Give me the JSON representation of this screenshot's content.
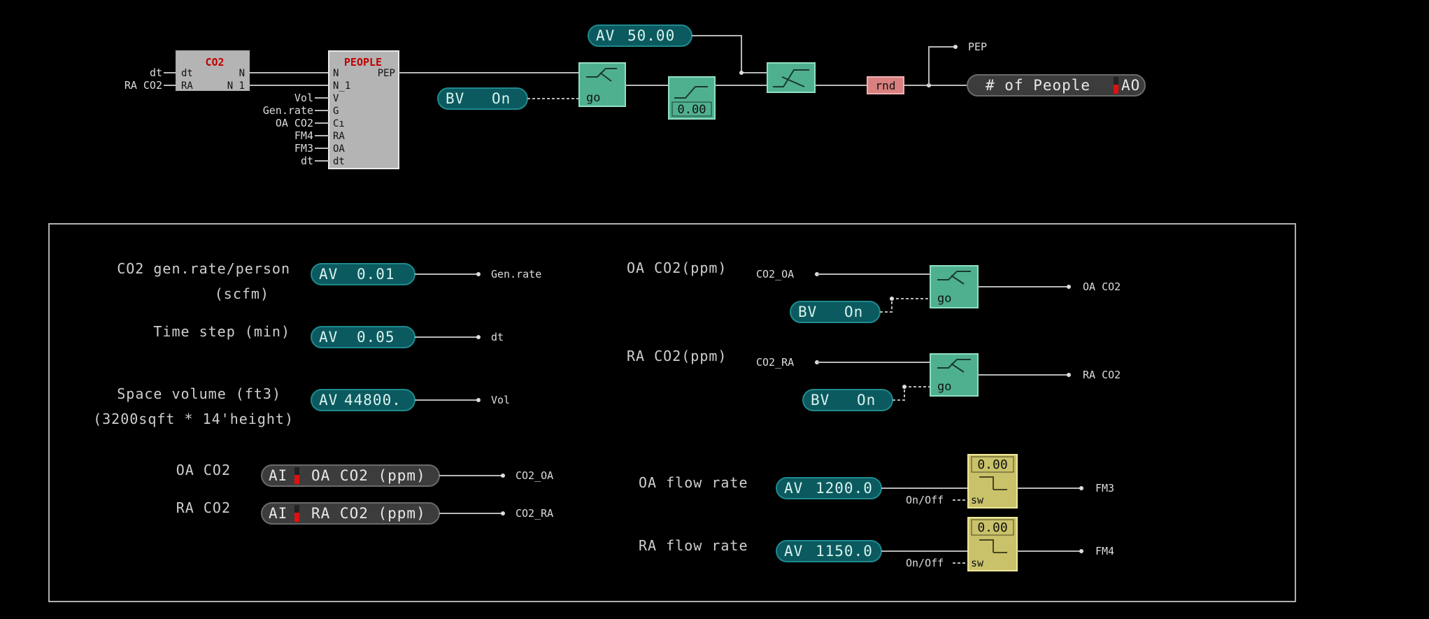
{
  "co2_block": {
    "title": "CO2",
    "inputs": [
      "dt",
      "RA"
    ],
    "outputs": [
      "N",
      "N_1"
    ],
    "ext_inputs": [
      "dt",
      "RA CO2"
    ]
  },
  "people_block": {
    "title": "PEOPLE",
    "inputs": [
      "N",
      "N_1",
      "V",
      "G",
      "Cı",
      "RA",
      "OA",
      "dt"
    ],
    "output": "PEP",
    "ext_inputs": [
      "Vol",
      "Gen.rate",
      "OA CO2",
      "FM4",
      "FM3",
      "dt"
    ]
  },
  "top": {
    "av50": {
      "type": "AV",
      "value": "50.00"
    },
    "bv": {
      "type": "BV",
      "value": "On"
    },
    "go_label": "go",
    "ramp_value": "0.00",
    "rnd_label": "rnd",
    "pep_tag": "PEP",
    "ao": {
      "label": "# of People",
      "type": "AO"
    }
  },
  "panel": {
    "left": [
      {
        "desc": [
          "CO2 gen.rate/person",
          "(scfm)"
        ],
        "type": "AV",
        "value": "0.01",
        "out": "Gen.rate"
      },
      {
        "desc": [
          "Time step (min)"
        ],
        "type": "AV",
        "value": "0.05",
        "out": "dt"
      },
      {
        "desc": [
          "Space volume (ft3)",
          "(3200sqft * 14'height)"
        ],
        "type": "AV",
        "value": "44800.",
        "out": "Vol"
      }
    ],
    "analog_inputs": [
      {
        "desc": "OA CO2",
        "type": "AI",
        "label": "OA CO2 (ppm)",
        "out": "CO2_OA"
      },
      {
        "desc": "RA CO2",
        "type": "AI",
        "label": "RA CO2 (ppm)",
        "out": "CO2_RA"
      }
    ],
    "switches": [
      {
        "desc": "OA CO2(ppm)",
        "in": "CO2_OA",
        "bv_type": "BV",
        "bv_value": "On",
        "go": "go",
        "out": "OA CO2"
      },
      {
        "desc": "RA CO2(ppm)",
        "in": "CO2_RA",
        "bv_type": "BV",
        "bv_value": "On",
        "go": "go",
        "out": "RA CO2"
      }
    ],
    "flows": [
      {
        "desc": "OA flow rate",
        "type": "AV",
        "value": "1200.0",
        "sw_value": "0.00",
        "sw": "sw",
        "onoff": "On/Off",
        "out": "FM3"
      },
      {
        "desc": "RA flow rate",
        "type": "AV",
        "value": "1150.0",
        "sw_value": "0.00",
        "sw": "sw",
        "onoff": "On/Off",
        "out": "FM4"
      }
    ]
  }
}
